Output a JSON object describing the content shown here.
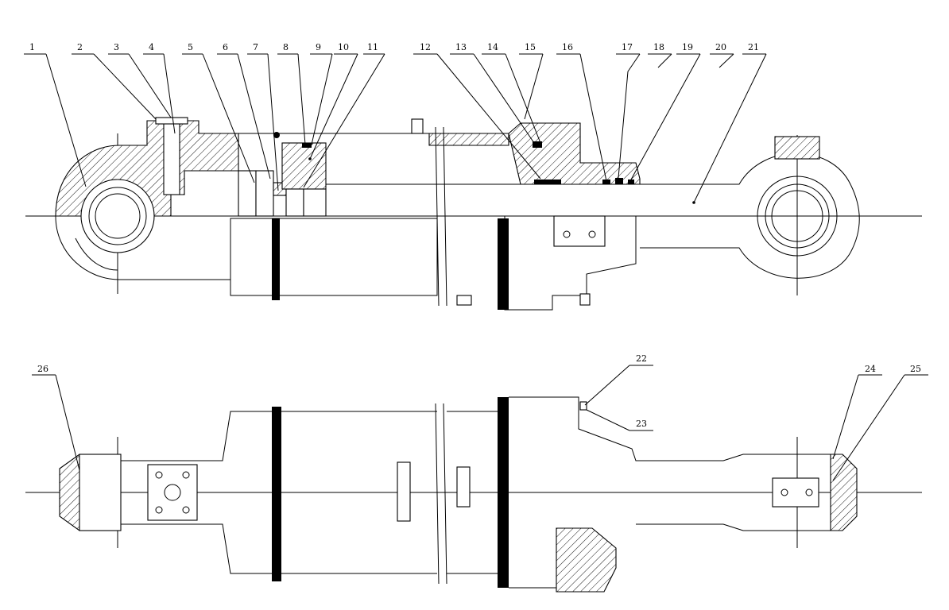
{
  "drawing": {
    "upper_callouts": [
      "1",
      "2",
      "3",
      "4",
      "5",
      "6",
      "7",
      "8",
      "9",
      "10",
      "11",
      "12",
      "13",
      "14",
      "15",
      "16",
      "17",
      "18",
      "19",
      "20",
      "21"
    ],
    "lower_callouts": [
      "22",
      "23",
      "24",
      "25",
      "26"
    ]
  }
}
